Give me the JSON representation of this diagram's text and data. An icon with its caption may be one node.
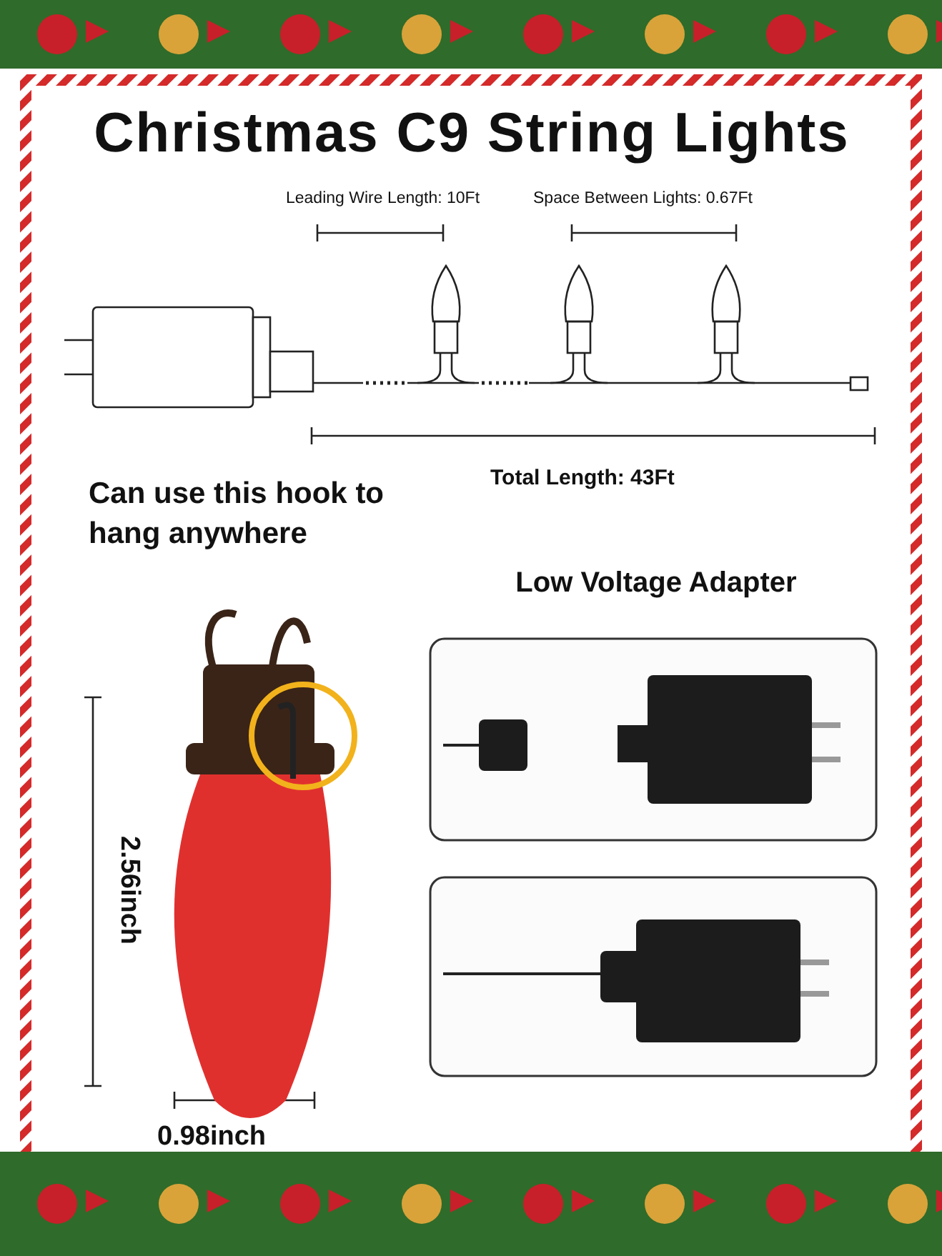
{
  "diagram": {
    "title": "Christmas C9 String Lights",
    "labels": [
      "Leading Wire Length: 10Ft",
      "Space Between Lights: 0.67Ft",
      "Total Length: 43Ft",
      "Can use this hook to hang anywhere",
      "Low Voltage Adapter",
      "2.56inch",
      "0.98inch"
    ]
  }
}
